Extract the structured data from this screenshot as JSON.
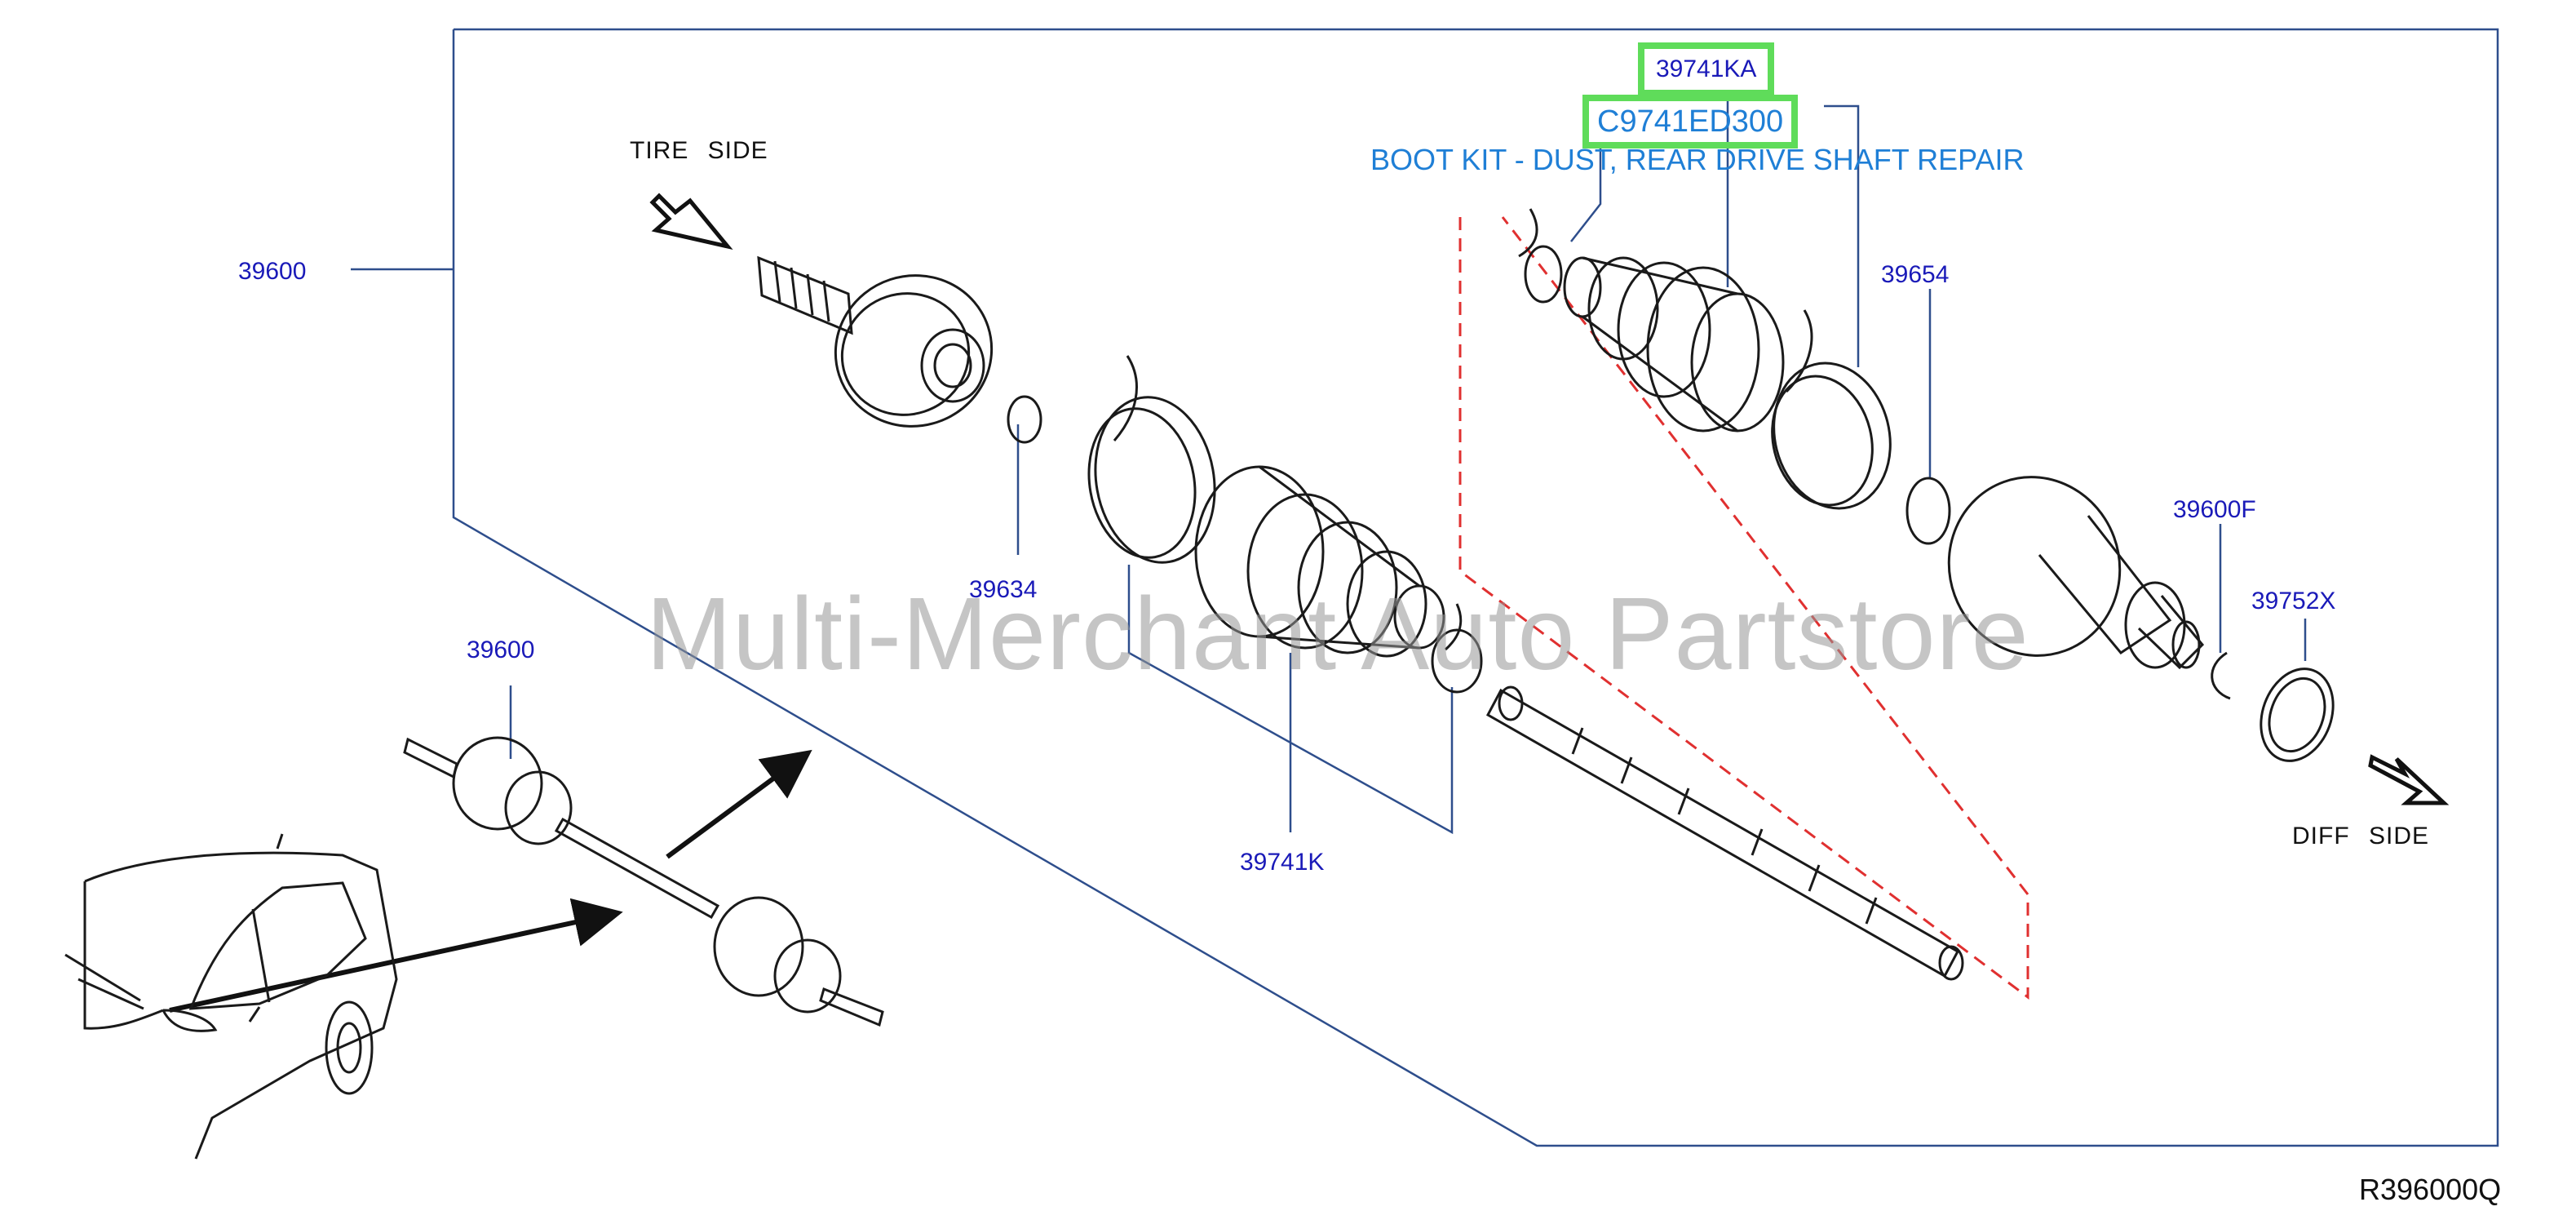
{
  "labels": {
    "assembly_left": "39600",
    "assembly_small": "39600",
    "boot_kit_highlight": "39741KA",
    "boot_kit_repair": "C9741ED300",
    "boot_kit_desc": "BOOT KIT - DUST, REAR DRIVE SHAFT REPAIR",
    "snap_ring": "39634",
    "outer_boot_kit": "39741K",
    "circlip": "39654",
    "inner_joint": "39600F",
    "seal": "39752X",
    "tire_side": "TIRE SIDE",
    "diff_side": "DIFF SIDE",
    "diagram_code": "R396000Q"
  },
  "watermark": "Multi-Merchant Auto Partstore",
  "colors": {
    "part_number": "#1a1ab8",
    "highlight_box": "#5fdc5a",
    "description": "#1f7fd6",
    "leader_line": "#2e4e8c",
    "dashed_outline": "#e03030",
    "line_art": "#1a1a1a"
  }
}
